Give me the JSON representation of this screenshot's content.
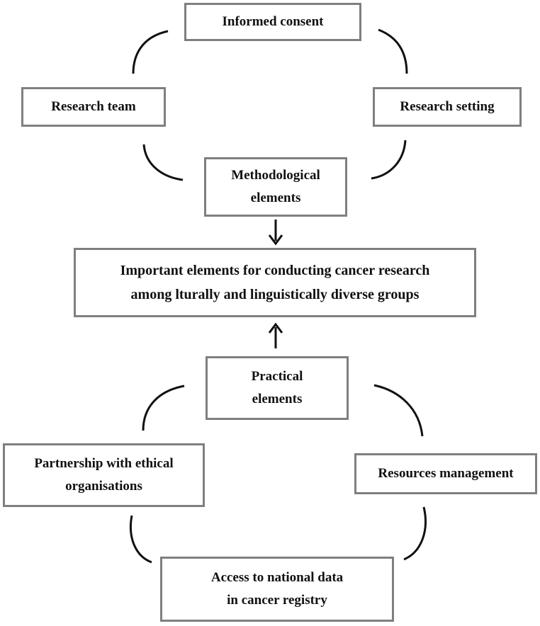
{
  "top_cluster": {
    "informed_consent": "Informed consent",
    "research_team": "Research team",
    "research_setting": "Research setting",
    "methodological": [
      "Methodological",
      "elements"
    ]
  },
  "central": {
    "lines": [
      "Important elements for conducting cancer research",
      "among lturally and linguistically diverse groups"
    ]
  },
  "bottom_cluster": {
    "practical": [
      "Practical",
      "elements"
    ],
    "partnership": [
      "Partnership with ethical",
      "organisations"
    ],
    "resources": "Resources management",
    "access": [
      "Access to national data",
      "in cancer registry"
    ]
  },
  "colors": {
    "box_border": "#7f7f7f",
    "text": "#111111",
    "connector": "#111111"
  }
}
